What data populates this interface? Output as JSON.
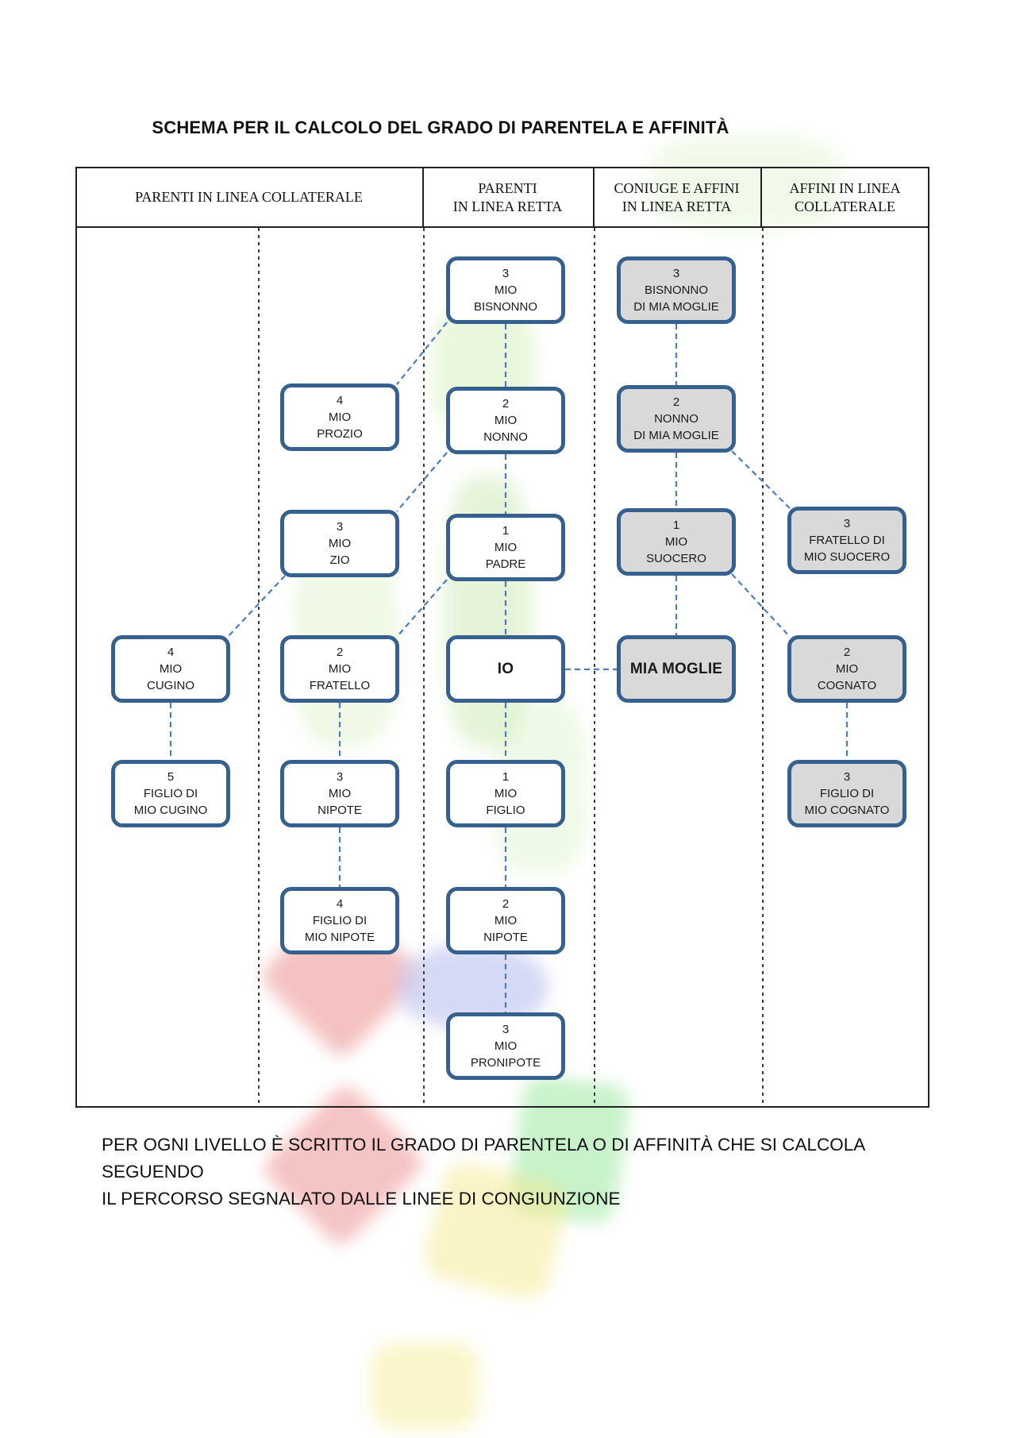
{
  "title": "SCHEMA PER IL CALCOLO DEL GRADO DI PARENTELA E AFFINITÀ",
  "table": {
    "headers": [
      {
        "lines": [
          "PARENTI IN LINEA COLLATERALE"
        ]
      },
      {
        "lines": [
          "PARENTI",
          "IN LINEA RETTA"
        ]
      },
      {
        "lines": [
          "CONIUGE E AFFINI",
          "IN LINEA RETTA"
        ]
      },
      {
        "lines": [
          "AFFINI IN LINEA",
          "COLLATERALE"
        ]
      }
    ]
  },
  "nodes": {
    "cugino": {
      "grade": "4",
      "lines": [
        "MIO",
        "CUGINO"
      ]
    },
    "figlio_cugino": {
      "grade": "5",
      "lines": [
        "FIGLIO DI",
        "MIO CUGINO"
      ]
    },
    "prozio": {
      "grade": "4",
      "lines": [
        "MIO",
        "PROZIO"
      ]
    },
    "zio": {
      "grade": "3",
      "lines": [
        "MIO",
        "ZIO"
      ]
    },
    "fratello": {
      "grade": "2",
      "lines": [
        "MIO",
        "FRATELLO"
      ]
    },
    "nipote_coll": {
      "grade": "3",
      "lines": [
        "MIO",
        "NIPOTE"
      ]
    },
    "figlio_nipote": {
      "grade": "4",
      "lines": [
        "FIGLIO DI",
        "MIO NIPOTE"
      ]
    },
    "bisnonno": {
      "grade": "3",
      "lines": [
        "MIO",
        "BISNONNO"
      ]
    },
    "nonno": {
      "grade": "2",
      "lines": [
        "MIO",
        "NONNO"
      ]
    },
    "padre": {
      "grade": "1",
      "lines": [
        "MIO",
        "PADRE"
      ]
    },
    "io": {
      "lines": [
        "IO"
      ]
    },
    "figlio": {
      "grade": "1",
      "lines": [
        "MIO",
        "FIGLIO"
      ]
    },
    "nipote_retta": {
      "grade": "2",
      "lines": [
        "MIO",
        "NIPOTE"
      ]
    },
    "pronipote": {
      "grade": "3",
      "lines": [
        "MIO",
        "PRONIPOTE"
      ]
    },
    "bisnonno_moglie": {
      "grade": "3",
      "lines": [
        "BISNONNO",
        "DI MIA MOGLIE"
      ]
    },
    "nonno_moglie": {
      "grade": "2",
      "lines": [
        "NONNO",
        "DI MIA MOGLIE"
      ]
    },
    "suocero": {
      "grade": "1",
      "lines": [
        "MIO",
        "SUOCERO"
      ]
    },
    "moglie": {
      "lines": [
        "MIA MOGLIE"
      ]
    },
    "fratello_suocero": {
      "grade": "3",
      "lines": [
        "FRATELLO DI",
        "MIO SUOCERO"
      ]
    },
    "cognato": {
      "grade": "2",
      "lines": [
        "MIO",
        "COGNATO"
      ]
    },
    "figlio_cognato": {
      "grade": "3",
      "lines": [
        "FIGLIO DI",
        "MIO COGNATO"
      ]
    }
  },
  "caption": {
    "line1": "PER OGNI LIVELLO È SCRITTO IL GRADO DI PARENTELA O DI AFFINITÀ CHE SI CALCOLA SEGUENDO",
    "line2": "IL PERCORSO SEGNALATO DALLE LINEE DI CONGIUNZIONE"
  },
  "colors": {
    "accent": "#36618e",
    "dash": "#4a7ebb",
    "grayfill": "#d9d9d9"
  }
}
